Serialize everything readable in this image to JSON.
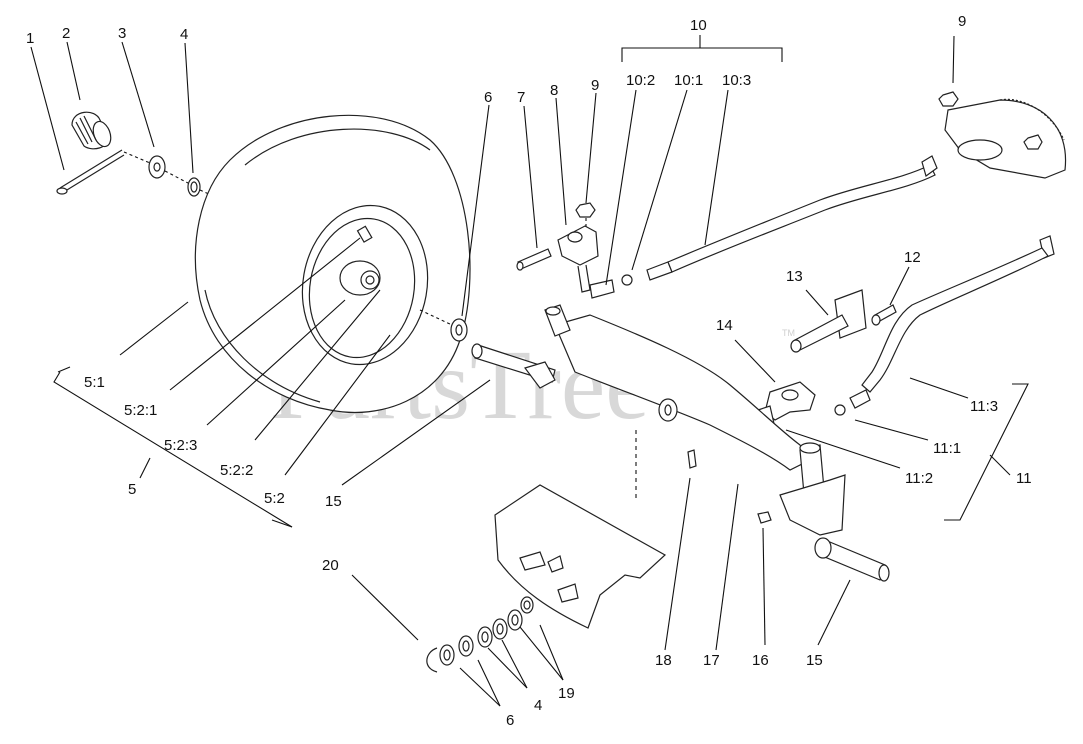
{
  "watermark": "PartsTree",
  "watermark_mark": "TM",
  "callouts": {
    "c1": "1",
    "c2": "2",
    "c3": "3",
    "c4a": "4",
    "c4b": "4",
    "c5": "5",
    "c5_1": "5:1",
    "c5_2": "5:2",
    "c5_2_1": "5:2:1",
    "c5_2_2": "5:2:2",
    "c5_2_3": "5:2:3",
    "c6a": "6",
    "c6b": "6",
    "c7": "7",
    "c8": "8",
    "c9a": "9",
    "c9b": "9",
    "c10": "10",
    "c10_1": "10:1",
    "c10_2": "10:2",
    "c10_3": "10:3",
    "c11": "11",
    "c11_1": "11:1",
    "c11_2": "11:2",
    "c11_3": "11:3",
    "c12": "12",
    "c13": "13",
    "c14": "14",
    "c15a": "15",
    "c15b": "15",
    "c16": "16",
    "c17": "17",
    "c18": "18",
    "c19": "19",
    "c20": "20"
  }
}
